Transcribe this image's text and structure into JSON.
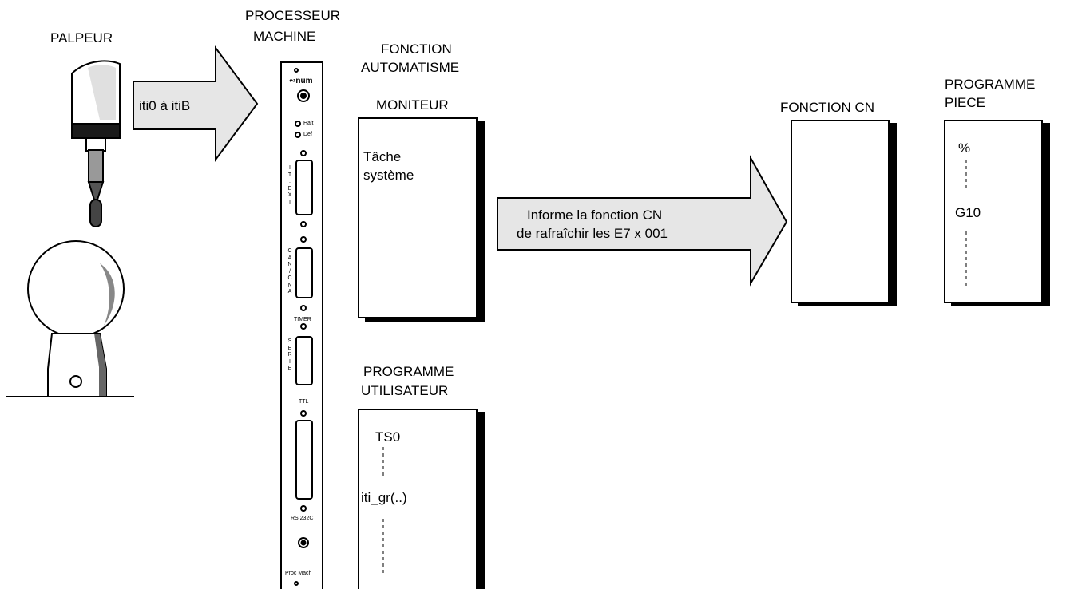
{
  "labels": {
    "palpeur": "PALPEUR",
    "processeur_line1": "PROCESSEUR",
    "processeur_line2": "MACHINE",
    "fonction_auto_line1": "FONCTION",
    "fonction_auto_line2": "AUTOMATISME",
    "moniteur": "MONITEUR",
    "fonction_cn": "FONCTION CN",
    "programme_piece_line1": "PROGRAMME",
    "programme_piece_line2": "PIECE",
    "programme_user_line1": "PROGRAMME",
    "programme_user_line2": "UTILISATEUR"
  },
  "arrows": {
    "iti_arrow": "iti0 à itiB",
    "inform_line1": "Informe la fonction CN",
    "inform_line2": "de rafraîchir les E7 x 001"
  },
  "moniteur_box": {
    "line1": "Tâche",
    "line2": "système"
  },
  "piece_box": {
    "percent": "%",
    "g10": "G10"
  },
  "user_box": {
    "ts0": "TS0",
    "iti_gr": "iti_gr(..)"
  },
  "panel": {
    "logo": "num",
    "halt": "Halt",
    "def": "Def",
    "it_ext": "I\nT\n.\nE\nX\nT",
    "can_cna": "C\nA\nN\n/\nC\nN\nA",
    "timer": "TIMER",
    "serie": "S\nE\nR\nI\nE",
    "ttl": "TTL",
    "rs232c": "RS 232C",
    "proc_mach": "Proc Mach"
  }
}
